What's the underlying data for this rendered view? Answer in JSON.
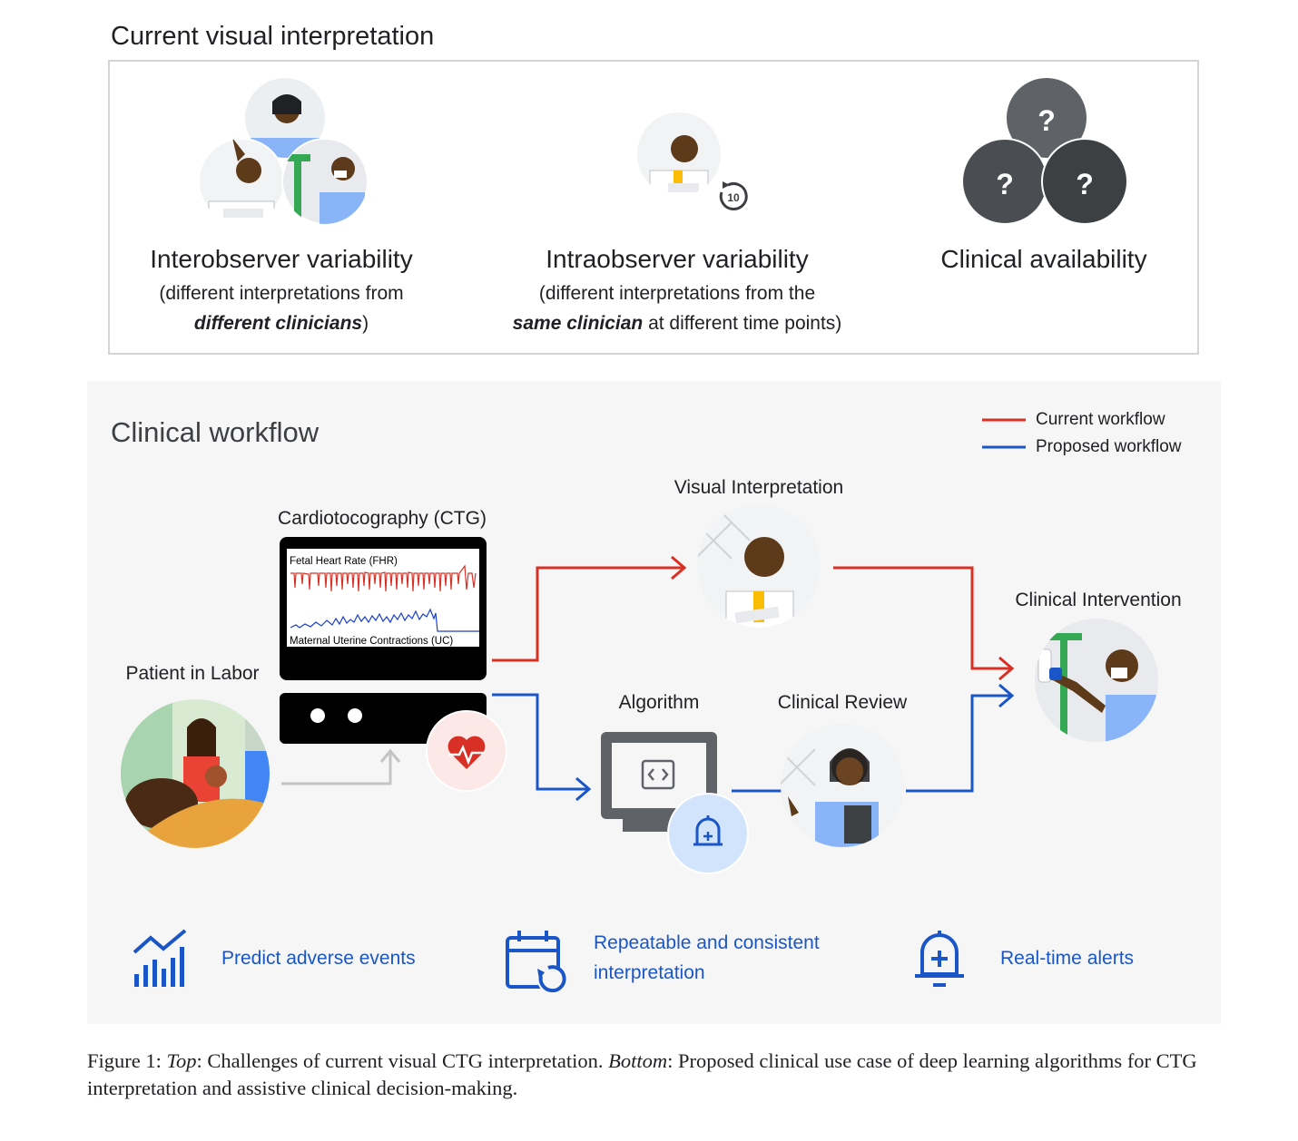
{
  "top": {
    "title": "Current visual interpretation",
    "columns": [
      {
        "title": "Interobserver variability",
        "line1": "(different interpretations from",
        "line2_emph": "different clinicians",
        "line2_rest": ")"
      },
      {
        "title": "Intraobserver variability",
        "line1": "(different interpretations from the",
        "line2_emph": "same clinician",
        "line2_rest": " at different time points)"
      },
      {
        "title": "Clinical availability"
      }
    ],
    "rewind_badge": "10",
    "question_mark": "?"
  },
  "workflow": {
    "title": "Clinical workflow",
    "legend": [
      {
        "label": "Current workflow",
        "color": "#d93025"
      },
      {
        "label": "Proposed workflow",
        "color": "#1a56c8"
      }
    ],
    "nodes": {
      "patient": "Patient in Labor",
      "ctg": "Cardiotocography (CTG)",
      "visual": "Visual Interpretation",
      "algorithm": "Algorithm",
      "review": "Clinical Review",
      "intervention": "Clinical Intervention"
    },
    "ctg_screen": {
      "fhr_label": "Fetal Heart Rate (FHR)",
      "uc_label": "Maternal Uterine Contractions (UC)"
    },
    "benefits": [
      {
        "line1": "Predict adverse events",
        "icon": "trending-chart-icon"
      },
      {
        "line1": "Repeatable and consistent",
        "line2": "interpretation",
        "icon": "calendar-repeat-icon"
      },
      {
        "line1": "Real-time alerts",
        "icon": "alert-bell-icon"
      }
    ],
    "colors": {
      "current": "#d93025",
      "proposed": "#1a56c8",
      "benefit": "#1a56c8"
    }
  },
  "caption": {
    "label": "Figure 1:",
    "top_word": "Top",
    "top_text": ": Challenges of current visual CTG interpretation.",
    "bottom_word": "Bottom",
    "bottom_text": ": Proposed clinical use case of deep learning algorithms for CTG interpretation and assistive clinical decision-making."
  }
}
